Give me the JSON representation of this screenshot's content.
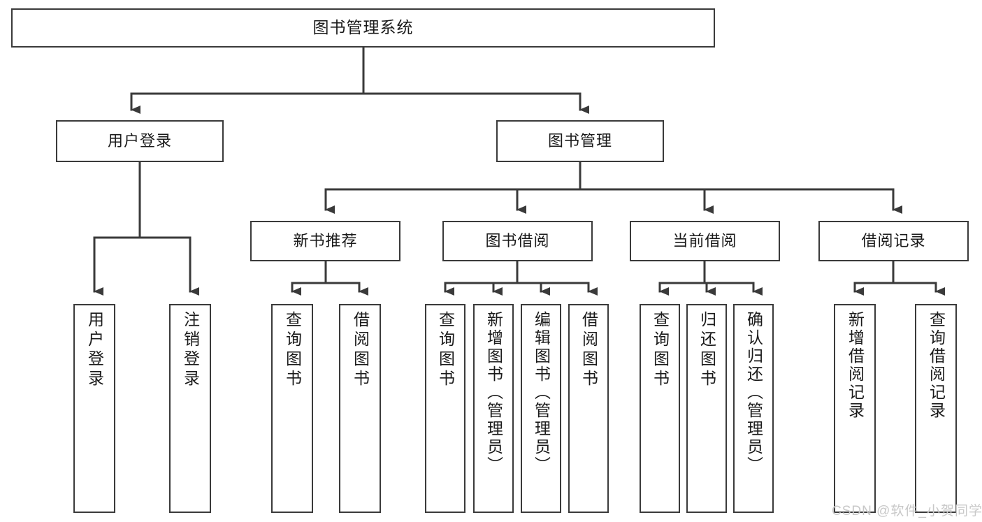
{
  "diagram": {
    "title": "图书管理系统",
    "type": "hierarchy-tree",
    "root": {
      "label": "图书管理系统"
    },
    "level2": [
      {
        "label": "用户登录"
      },
      {
        "label": "图书管理"
      }
    ],
    "level3": [
      {
        "label": "新书推荐"
      },
      {
        "label": "图书借阅"
      },
      {
        "label": "当前借阅"
      },
      {
        "label": "借阅记录"
      }
    ],
    "leaves": {
      "user_login": [
        {
          "label": "用户登录"
        },
        {
          "label": "注销登录"
        }
      ],
      "new_book_recommend": [
        {
          "label": "查询图书"
        },
        {
          "label": "借阅图书"
        }
      ],
      "book_borrow": [
        {
          "label": "查询图书"
        },
        {
          "label": "新增图书（管理员）"
        },
        {
          "label": "编辑图书（管理员）"
        },
        {
          "label": "借阅图书"
        }
      ],
      "current_borrow": [
        {
          "label": "查询图书"
        },
        {
          "label": "归还图书"
        },
        {
          "label": "确认归还（管理员）"
        }
      ],
      "borrow_record": [
        {
          "label": "新增借阅记录"
        },
        {
          "label": "查询借阅记录"
        }
      ]
    }
  },
  "watermark": {
    "text": "CSDN @软件_小贺同学"
  },
  "colors": {
    "background": "#ffffff",
    "box_border": "#3a3a3a",
    "line": "#3a3a3a",
    "text": "#1a1a1a",
    "watermark": "#c8c8c8"
  }
}
